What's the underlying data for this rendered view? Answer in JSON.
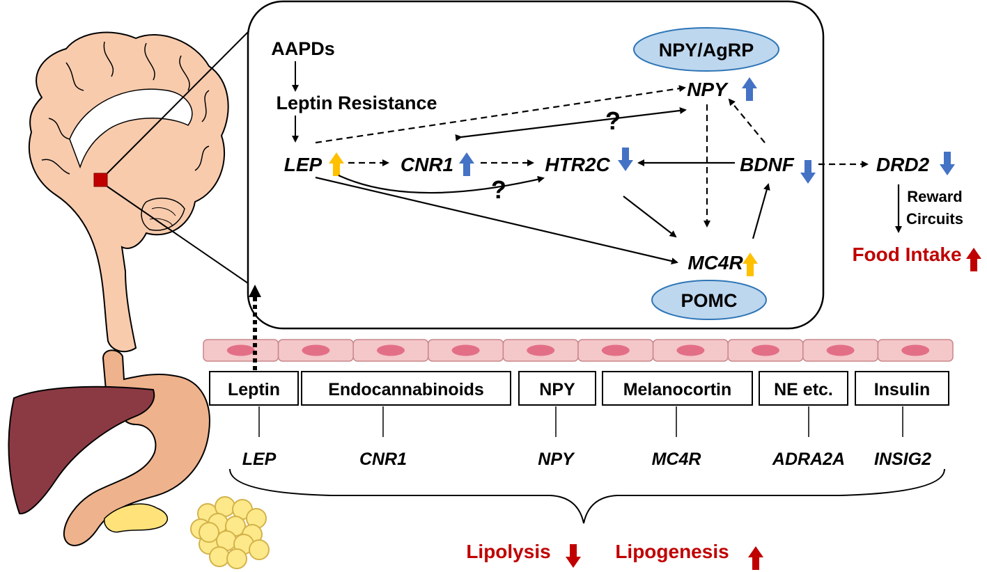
{
  "colors": {
    "blue_arrow": "#4472c4",
    "orange_arrow": "#ffc000",
    "red": "#c00000",
    "node_fill": "#bdd7ee",
    "node_stroke": "#2e75b6",
    "brain_fill": "#f8cbad",
    "liver_fill": "#8b3a44",
    "stomach_fill": "#eeb28c",
    "pancreas_fill": "#ffe27a",
    "fat_fill": "#fde98a",
    "cell_fill": "#f4c7c9",
    "nucleus_fill": "#e36f87"
  },
  "inset": {
    "aapds": "AAPDs",
    "leptin_resistance": "Leptin Resistance",
    "genes": {
      "lep": "LEP",
      "cnr1": "CNR1",
      "htr2c": "HTR2C",
      "npy": "NPY",
      "bdnf": "BDNF",
      "mc4r": "MC4R",
      "drd2": "DRD2"
    },
    "neuron_npy_agrp": "NPY/AgRP",
    "neuron_pomc": "POMC",
    "question_1": "?",
    "question_2": "?"
  },
  "reward": {
    "line1": "Reward",
    "line2": "Circuits"
  },
  "food_intake": "Food Intake",
  "signals": [
    {
      "label": "Leptin",
      "gene": "LEP"
    },
    {
      "label": "Endocannabinoids",
      "gene": "CNR1"
    },
    {
      "label": "NPY",
      "gene": "NPY"
    },
    {
      "label": "Melanocortin",
      "gene": "MC4R"
    },
    {
      "label": "NE etc.",
      "gene": "ADRA2A"
    },
    {
      "label": "Insulin",
      "gene": "INSIG2"
    }
  ],
  "outcomes": {
    "lipolysis": "Lipolysis",
    "lipogenesis": "Lipogenesis"
  },
  "icons": [
    "brain-icon",
    "liver-icon",
    "stomach-icon",
    "pancreas-icon",
    "adipocytes-icon",
    "blood-vessel-icon"
  ]
}
